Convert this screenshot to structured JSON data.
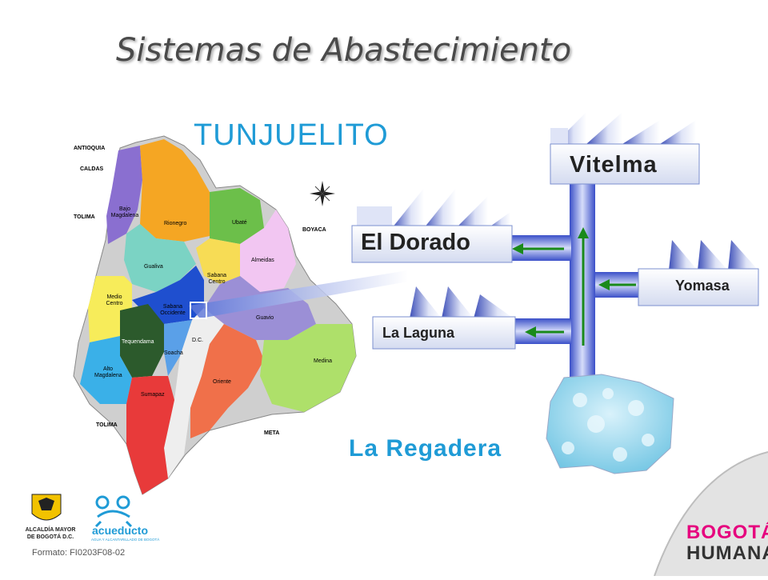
{
  "title": "Sistemas de Abastecimiento",
  "subtitle": "TUNJUELITO",
  "plants": {
    "vitelma": "Vitelma",
    "el_dorado": "El Dorado",
    "yomasa": "Yomasa",
    "la_laguna": "La Laguna"
  },
  "reservoir": "La Regadera",
  "map": {
    "neighbors": [
      "ANTIOQUIA",
      "CALDAS",
      "TOLIMA",
      "BOYACA",
      "TOLIMA",
      "META"
    ],
    "provinces": [
      "Bajo Magdalena",
      "Rionegro",
      "Ubaté",
      "Gualiva",
      "Sabana Centro",
      "Almeidas",
      "Medio Centro",
      "Sabana Occidente",
      "Guavio",
      "Tequendama",
      "D.C.",
      "Soacha",
      "Alto Magdalena",
      "Oriente",
      "Medina",
      "Sumapaz"
    ]
  },
  "footer": {
    "formato": "Formato: FI0203F08-02",
    "alcaldia": "ALCALDÍA MAYOR DE BOGOTÁ D.C.",
    "acueducto": "acueducto",
    "acueducto_sub": "AGUA Y ALCANTARILLADO DE BOGOTÁ",
    "bogota": "BOGOTÁ",
    "humana": "HUMANA"
  },
  "colors": {
    "accent": "#1f9bd6",
    "pipe": "#7b8fe0",
    "arrow": "#1a8a1a",
    "water": "#8fd3ea"
  }
}
